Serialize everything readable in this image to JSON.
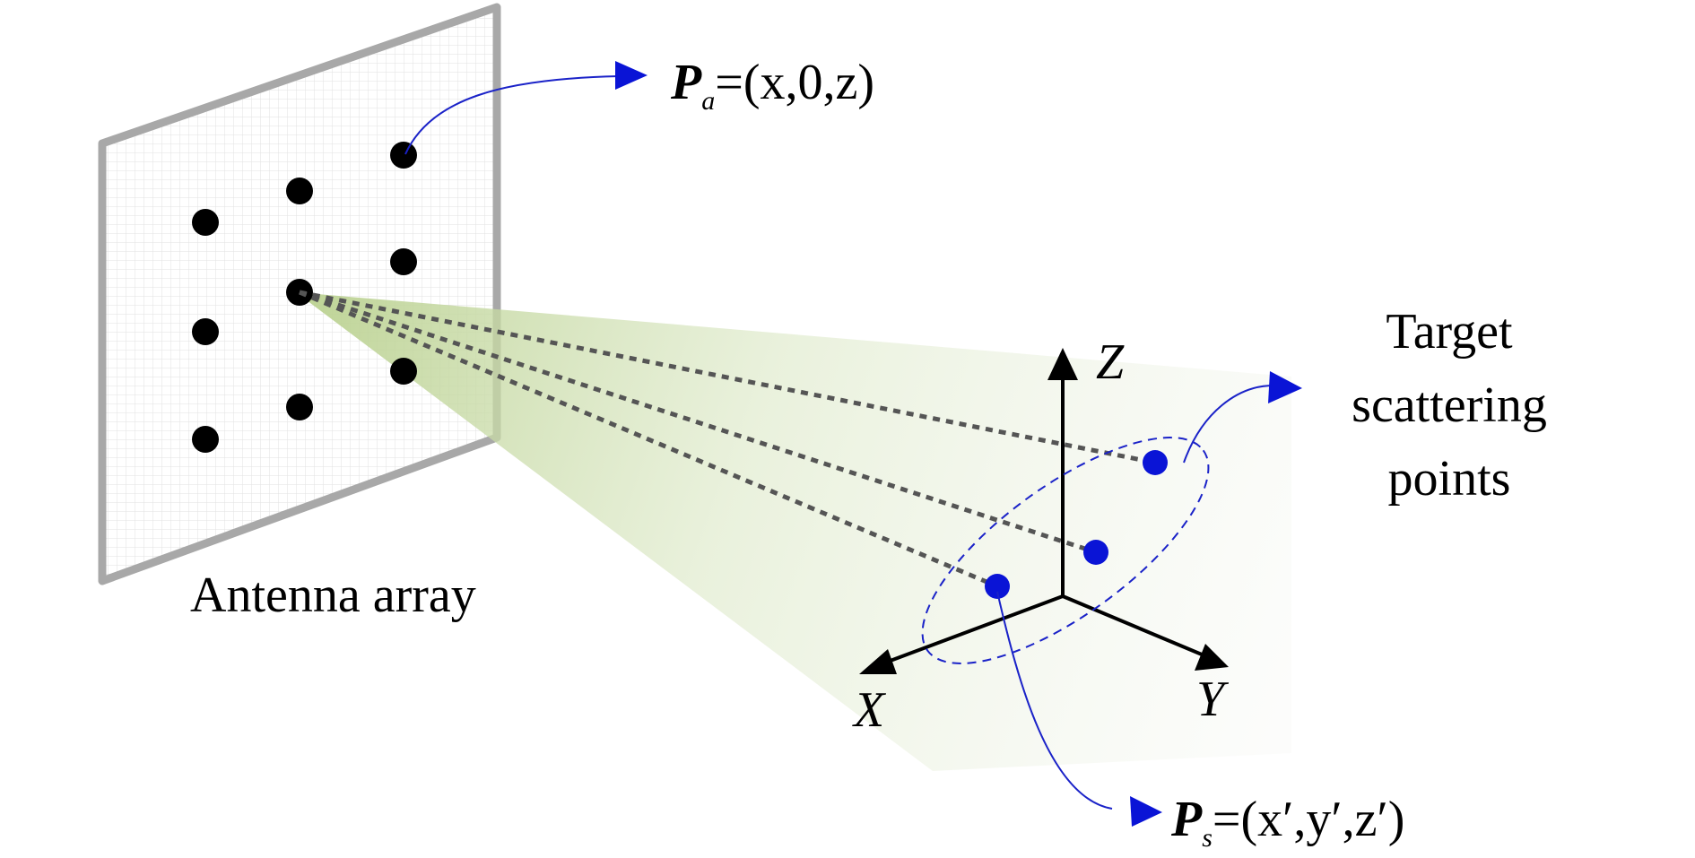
{
  "diagram": {
    "antenna_label": "Antenna array",
    "pa_symbol": "P",
    "pa_subscript": "a",
    "pa_equals": "=",
    "pa_coords": "(x,0,z)",
    "ps_symbol": "P",
    "ps_subscript": "s",
    "ps_equals": "=",
    "ps_coords": "(x′,y′,z′)",
    "target_line1": "Target",
    "target_line2": "scattering",
    "target_line3": "points",
    "axis_x": "X",
    "axis_y": "Y",
    "axis_z": "Z"
  },
  "colors": {
    "element_dot": "#000000",
    "scatter_point": "#0a14d6",
    "leader_line": "#1a22c8",
    "panel_border": "#a8a8a8",
    "beam": "#b9d08e",
    "axis": "#000000",
    "ray": "#555555"
  }
}
